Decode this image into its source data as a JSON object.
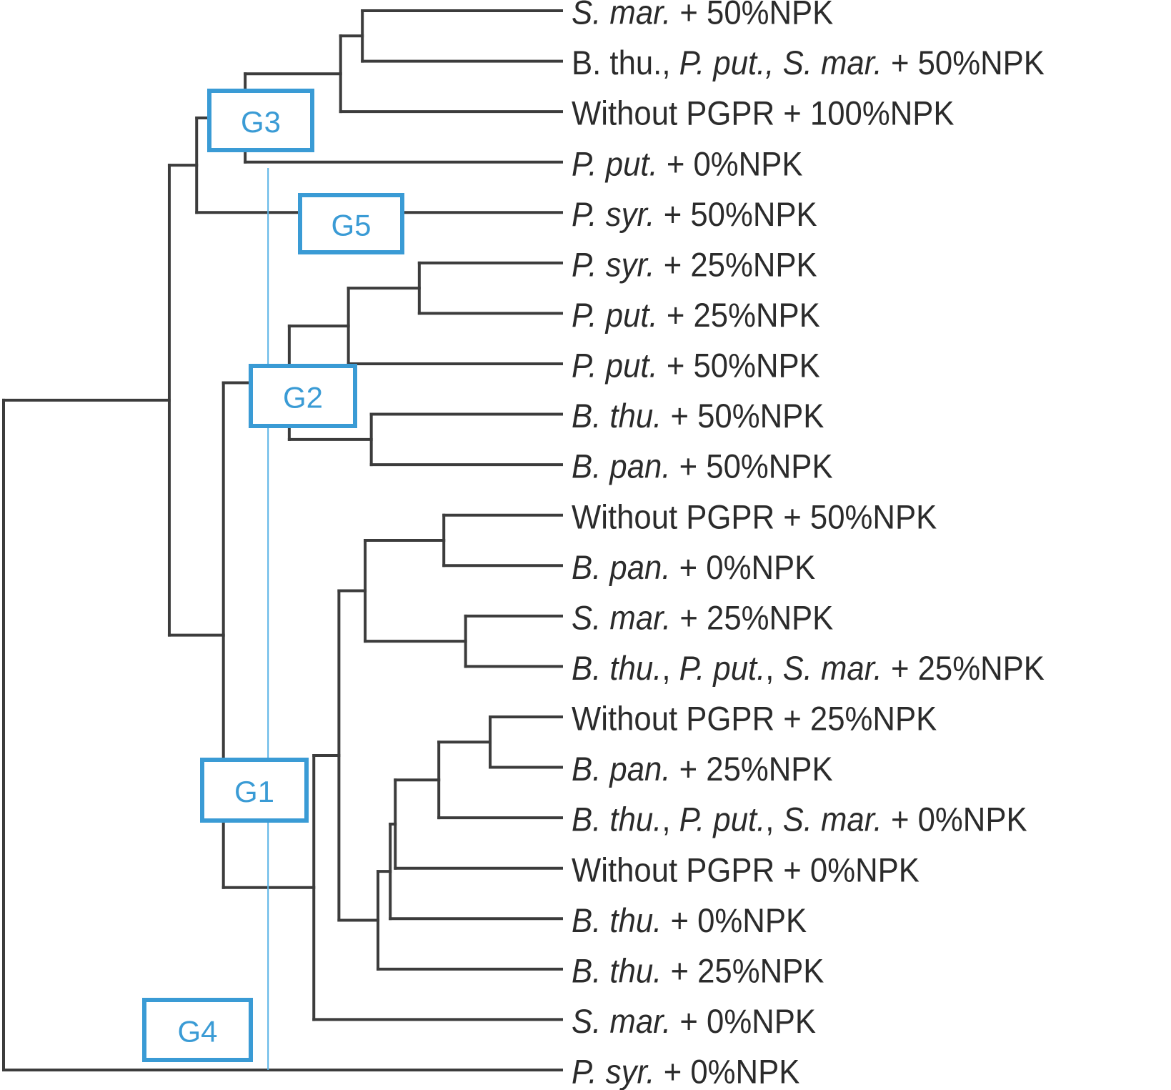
{
  "chart_data": {
    "type": "dendrogram",
    "title": "",
    "orientation": "left-to-right",
    "height_unit": "relative linkage distance (0 = leaves, 1 = root)",
    "leaves": [
      {
        "id": "L1",
        "label": [
          {
            "t": "S. mar.",
            "i": true
          },
          {
            "t": " + 50%NPK",
            "i": false
          }
        ]
      },
      {
        "id": "L2",
        "label": [
          {
            "t": "B. thu., ",
            "i": false
          },
          {
            "t": "P. put., ",
            "i": true
          },
          {
            "t": "S. mar.",
            "i": true
          },
          {
            "t": " + 50%NPK",
            "i": false
          }
        ]
      },
      {
        "id": "L3",
        "label": [
          {
            "t": "Without PGPR + 100%NPK",
            "i": false
          }
        ]
      },
      {
        "id": "L4",
        "label": [
          {
            "t": "P. put.",
            "i": true
          },
          {
            "t": " + 0%NPK",
            "i": false
          }
        ]
      },
      {
        "id": "L5",
        "label": [
          {
            "t": "P. syr.",
            "i": true
          },
          {
            "t": " + 50%NPK",
            "i": false
          }
        ]
      },
      {
        "id": "L6",
        "label": [
          {
            "t": "P. syr.",
            "i": true
          },
          {
            "t": " + 25%NPK",
            "i": false
          }
        ]
      },
      {
        "id": "L7",
        "label": [
          {
            "t": "P. put.",
            "i": true
          },
          {
            "t": " + 25%NPK",
            "i": false
          }
        ]
      },
      {
        "id": "L8",
        "label": [
          {
            "t": "P. put.",
            "i": true
          },
          {
            "t": " + 50%NPK",
            "i": false
          }
        ]
      },
      {
        "id": "L9",
        "label": [
          {
            "t": "B. thu.",
            "i": true
          },
          {
            "t": " + 50%NPK",
            "i": false
          }
        ]
      },
      {
        "id": "L10",
        "label": [
          {
            "t": "B. pan.",
            "i": true
          },
          {
            "t": " + 50%NPK",
            "i": false
          }
        ]
      },
      {
        "id": "L11",
        "label": [
          {
            "t": "Without PGPR + 50%NPK",
            "i": false
          }
        ]
      },
      {
        "id": "L12",
        "label": [
          {
            "t": "B. pan.",
            "i": true
          },
          {
            "t": " + 0%NPK",
            "i": false
          }
        ]
      },
      {
        "id": "L13",
        "label": [
          {
            "t": "S. mar.",
            "i": true
          },
          {
            "t": " + 25%NPK",
            "i": false
          }
        ]
      },
      {
        "id": "L14",
        "label": [
          {
            "t": "B. thu.",
            "i": true
          },
          {
            "t": ", ",
            "i": false
          },
          {
            "t": "P. put.",
            "i": true
          },
          {
            "t": ", ",
            "i": false
          },
          {
            "t": "S. mar.",
            "i": true
          },
          {
            "t": " + 25%NPK",
            "i": false
          }
        ]
      },
      {
        "id": "L15",
        "label": [
          {
            "t": "Without PGPR + 25%NPK",
            "i": false
          }
        ]
      },
      {
        "id": "L16",
        "label": [
          {
            "t": "B. pan.",
            "i": true
          },
          {
            "t": " + 25%NPK",
            "i": false
          }
        ]
      },
      {
        "id": "L17",
        "label": [
          {
            "t": "B. thu.",
            "i": true
          },
          {
            "t": ", ",
            "i": false
          },
          {
            "t": "P. put.",
            "i": true
          },
          {
            "t": ", ",
            "i": false
          },
          {
            "t": "S. mar.",
            "i": true
          },
          {
            "t": " + 0%NPK",
            "i": false
          }
        ]
      },
      {
        "id": "L18",
        "label": [
          {
            "t": "Without PGPR + 0%NPK",
            "i": false
          }
        ]
      },
      {
        "id": "L19",
        "label": [
          {
            "t": "B. thu.",
            "i": true
          },
          {
            "t": " + 0%NPK",
            "i": false
          }
        ]
      },
      {
        "id": "L20",
        "label": [
          {
            "t": "B. thu.",
            "i": true
          },
          {
            "t": " + 25%NPK",
            "i": false
          }
        ]
      },
      {
        "id": "L21",
        "label": [
          {
            "t": "S. mar.",
            "i": true
          },
          {
            "t": " + 0%NPK",
            "i": false
          }
        ]
      },
      {
        "id": "L22",
        "label": [
          {
            "t": "P. syr.",
            "i": true
          },
          {
            "t": " + 0%NPK",
            "i": false
          }
        ]
      }
    ],
    "merges": [
      {
        "id": "a",
        "children": [
          "L1",
          "L2"
        ],
        "height": 0.357
      },
      {
        "id": "b",
        "children": [
          "a",
          "L3"
        ],
        "height": 0.396
      },
      {
        "id": "c",
        "children": [
          "b",
          "L4"
        ],
        "height": 0.567
      },
      {
        "id": "d",
        "children": [
          "c",
          "L5"
        ],
        "height": 0.654
      },
      {
        "id": "e",
        "children": [
          "L6",
          "L7"
        ],
        "height": 0.255
      },
      {
        "id": "f",
        "children": [
          "e",
          "L8"
        ],
        "height": 0.382
      },
      {
        "id": "g",
        "children": [
          "L9",
          "L10"
        ],
        "height": 0.341
      },
      {
        "id": "h",
        "children": [
          "f",
          "g"
        ],
        "height": 0.488
      },
      {
        "id": "i",
        "children": [
          "L11",
          "L12"
        ],
        "height": 0.211
      },
      {
        "id": "j",
        "children": [
          "L13",
          "L14"
        ],
        "height": 0.172
      },
      {
        "id": "k",
        "children": [
          "i",
          "j"
        ],
        "height": 0.352
      },
      {
        "id": "l",
        "children": [
          "L15",
          "L16"
        ],
        "height": 0.128
      },
      {
        "id": "m",
        "children": [
          "l",
          "L17"
        ],
        "height": 0.22
      },
      {
        "id": "n",
        "children": [
          "m",
          "L18"
        ],
        "height": 0.298
      },
      {
        "id": "o",
        "children": [
          "n",
          "L19"
        ],
        "height": 0.307
      },
      {
        "id": "p",
        "children": [
          "o",
          "L20"
        ],
        "height": 0.329
      },
      {
        "id": "q",
        "children": [
          "k",
          "p"
        ],
        "height": 0.399
      },
      {
        "id": "r",
        "children": [
          "q",
          "L21"
        ],
        "height": 0.444
      },
      {
        "id": "s",
        "children": [
          "h",
          "r"
        ],
        "height": 0.606
      },
      {
        "id": "t",
        "children": [
          "d",
          "s"
        ],
        "height": 0.703
      },
      {
        "id": "root",
        "children": [
          "t",
          "L22"
        ],
        "height": 1.0
      }
    ],
    "cut_height": 0.526,
    "groups": [
      {
        "label": "G1",
        "members": [
          "L11",
          "L12",
          "L13",
          "L14",
          "L15",
          "L16",
          "L17",
          "L18",
          "L19",
          "L20",
          "L21"
        ]
      },
      {
        "label": "G2",
        "members": [
          "L6",
          "L7",
          "L8",
          "L9",
          "L10"
        ]
      },
      {
        "label": "G3",
        "members": [
          "L1",
          "L2",
          "L3",
          "L4"
        ]
      },
      {
        "label": "G4",
        "members": [
          "L22"
        ]
      },
      {
        "label": "G5",
        "members": [
          "L5"
        ]
      }
    ],
    "colors": {
      "branches": "#3c3c3c",
      "groups": "#3a9bd5",
      "cut_line": "#5ab4e6",
      "labels": "#2b2b2b"
    }
  }
}
